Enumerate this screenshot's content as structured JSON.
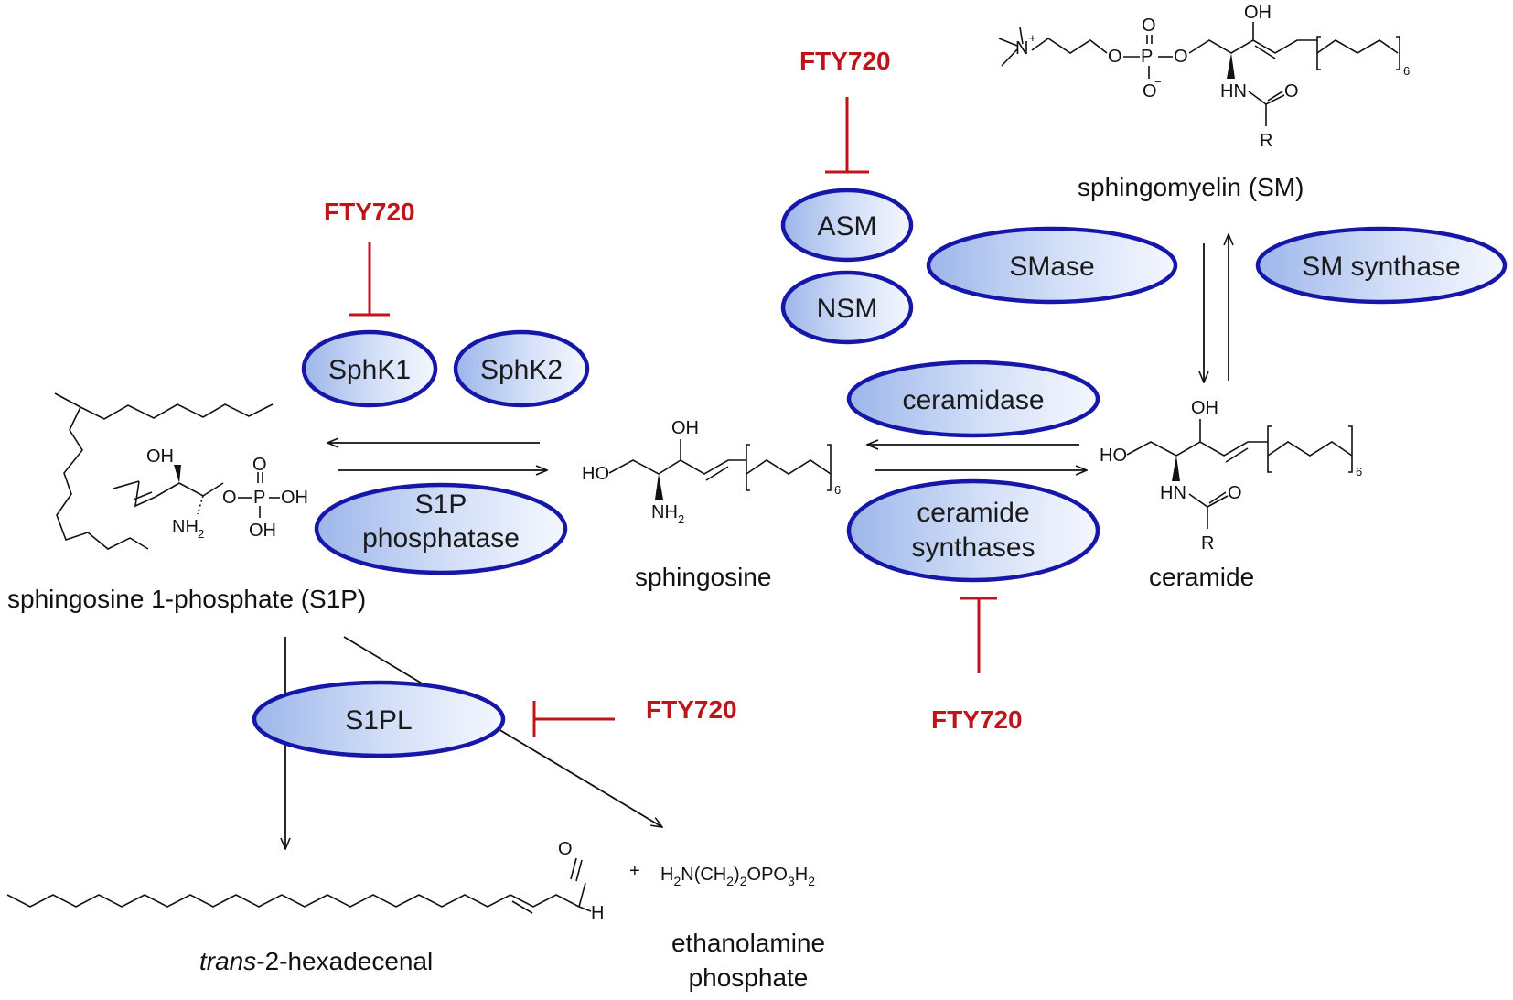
{
  "colors": {
    "inhibitor": "#c0141c",
    "enzyme_border": "#1616a8",
    "enzyme_fill_light": "#eef3fd",
    "enzyme_fill_dark": "#9db6ea"
  },
  "enzymes": {
    "asm": "ASM",
    "nsm": "NSM",
    "smase": "SMase",
    "sm_synthase": "SM synthase",
    "sphk1": "SphK1",
    "sphk2": "SphK2",
    "ceramidase": "ceramidase",
    "s1p_phosphatase_line1": "S1P",
    "s1p_phosphatase_line2": "phosphatase",
    "ceramide_synthases_line1": "ceramide",
    "ceramide_synthases_line2": "synthases",
    "s1pl": "S1PL"
  },
  "inhibitors": {
    "asm": "FTY720",
    "sphk1": "FTY720",
    "s1pl": "FTY720",
    "ceramide_synthases": "FTY720"
  },
  "compounds": {
    "sm": "sphingomyelin (SM)",
    "s1p": "sphingosine 1-phosphate (S1P)",
    "sphingosine": "sphingosine",
    "ceramide": "ceramide",
    "hexadecenal_italic": "trans",
    "hexadecenal_rest": "-2-hexadecenal",
    "etanolamine_line1": "ethanolamine",
    "etanolamine_line2": "phosphate"
  },
  "chem_labels": {
    "oh": "OH",
    "ho": "HO",
    "nh2": "NH",
    "nh2_sub": "2",
    "hn": "HN",
    "o": "O",
    "p": "P",
    "r": "R",
    "h": "H",
    "n": "N",
    "n_charge": "+",
    "o_charge": "−",
    "repeat": "6",
    "plus": "+",
    "eap_formula_a": "H",
    "eap_formula_a_sub": "2",
    "eap_formula_b": "N(CH",
    "eap_formula_b_sub": "2",
    "eap_formula_c": ")",
    "eap_formula_c_sub": "2",
    "eap_formula_d": "OPO",
    "eap_formula_d_sub": "3",
    "eap_formula_e": "H",
    "eap_formula_e_sub": "2"
  }
}
